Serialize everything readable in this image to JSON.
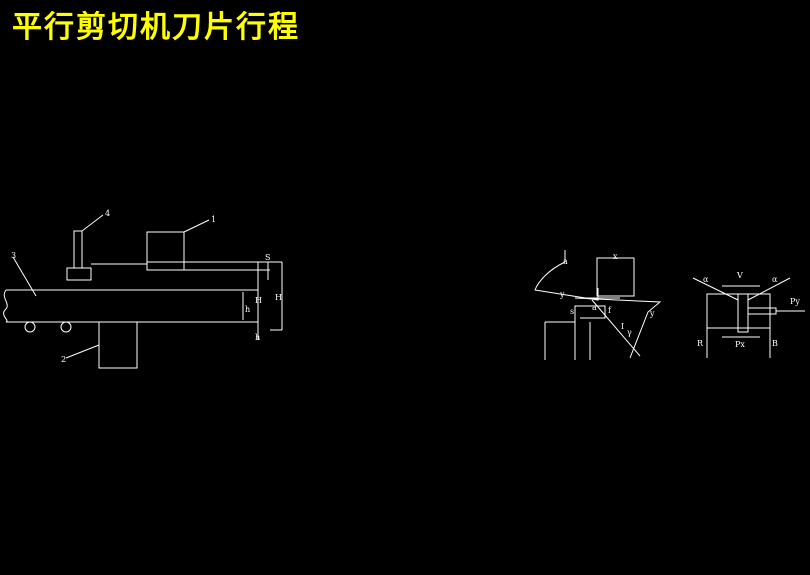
{
  "title": "平行剪切机刀片行程",
  "colors": {
    "title": "#ffff00",
    "background": "#000000",
    "lines": "#ffffff"
  },
  "left_view": {
    "labels": {
      "upper_blade": "1",
      "lower_blade": "2",
      "strip": "3",
      "hold_down": "4",
      "right_top": "S",
      "right_mid": "H",
      "right_bottom": "h",
      "right_outer": "H"
    }
  },
  "right_view_1": {
    "labels": {
      "top": "x",
      "left_a": "a",
      "left_y": "y",
      "mid_s": "s",
      "mid_f": "f",
      "small": "a",
      "side_y": "y",
      "angle": "I",
      "gamma": "γ"
    }
  },
  "right_view_2": {
    "labels": {
      "left_alpha": "α",
      "v": "V",
      "right_alpha": "α",
      "force_right": "Py",
      "left_r": "R",
      "bottom_p": "Px",
      "right_b": "B"
    }
  }
}
